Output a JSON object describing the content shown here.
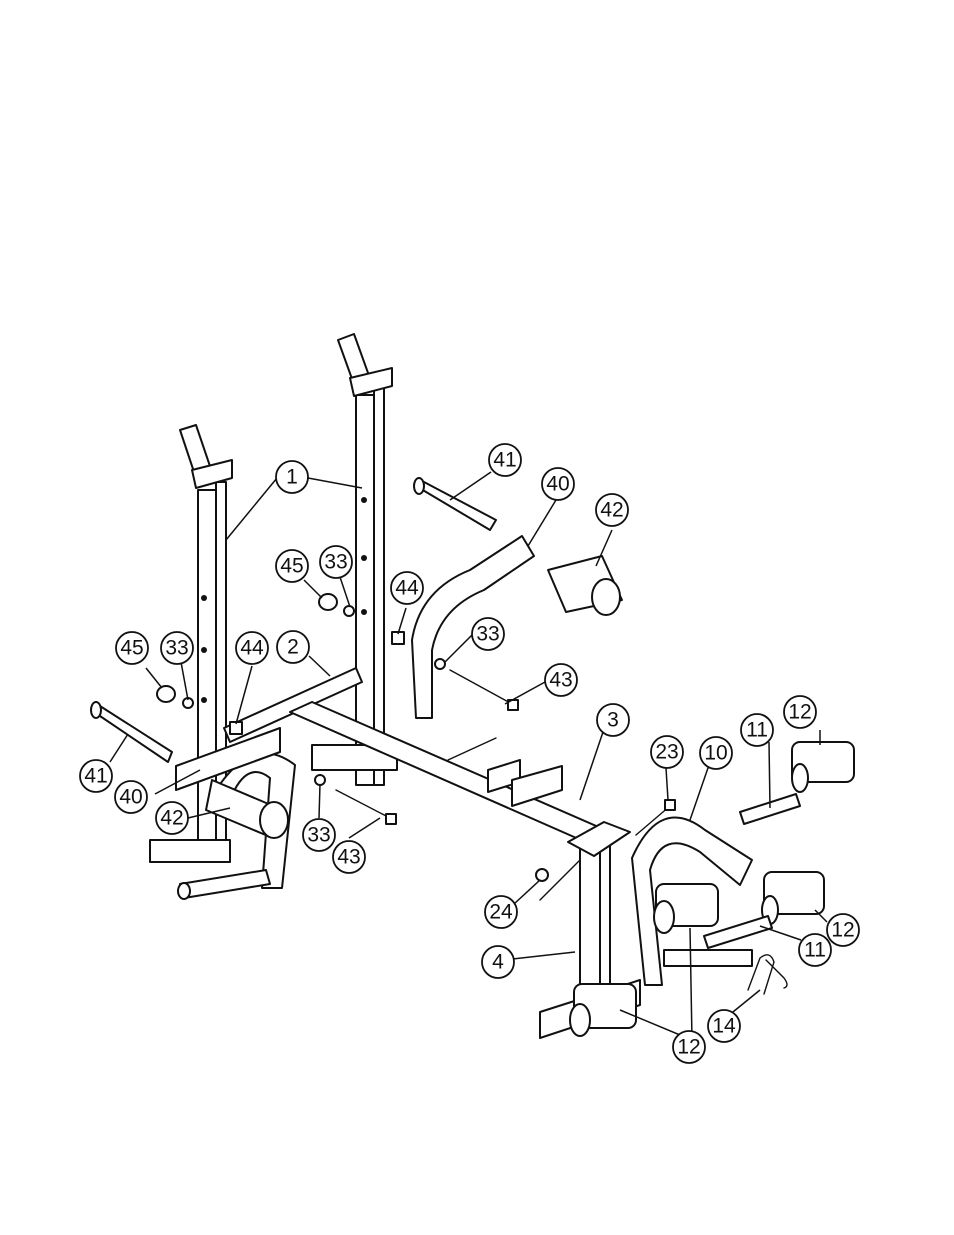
{
  "callouts": [
    {
      "label": "1"
    },
    {
      "label": "2"
    },
    {
      "label": "3"
    },
    {
      "label": "4"
    },
    {
      "label": "10"
    },
    {
      "label": "11"
    },
    {
      "label": "11"
    },
    {
      "label": "12"
    },
    {
      "label": "12"
    },
    {
      "label": "12"
    },
    {
      "label": "14"
    },
    {
      "label": "23"
    },
    {
      "label": "24"
    },
    {
      "label": "33"
    },
    {
      "label": "33"
    },
    {
      "label": "33"
    },
    {
      "label": "33"
    },
    {
      "label": "40"
    },
    {
      "label": "40"
    },
    {
      "label": "41"
    },
    {
      "label": "41"
    },
    {
      "label": "42"
    },
    {
      "label": "42"
    },
    {
      "label": "43"
    },
    {
      "label": "43"
    },
    {
      "label": "44"
    },
    {
      "label": "44"
    },
    {
      "label": "45"
    },
    {
      "label": "45"
    }
  ]
}
